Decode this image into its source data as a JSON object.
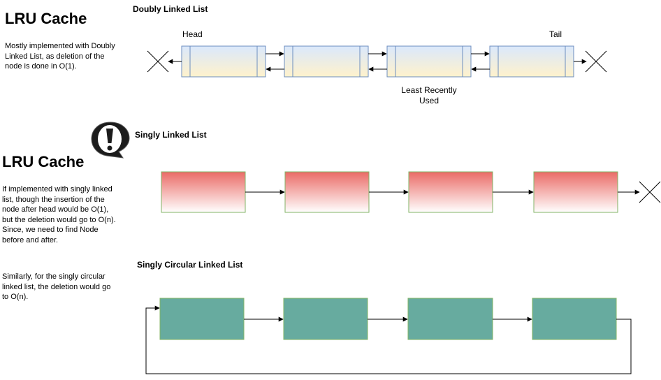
{
  "left_panel": {
    "heading_1": "LRU Cache",
    "desc_1_lines": [
      "Mostly implemented with Doubly",
      "Linked List, as deletion of the",
      "node is done in O(1)."
    ],
    "heading_2": "LRU Cache",
    "desc_2_lines": [
      "If implemented with singly linked",
      "list, though the insertion of the",
      "node after head would be O(1),",
      "but the deletion would go to O(n).",
      "Since, we need to find Node",
      "before and after."
    ],
    "desc_3_lines": [
      "Similarly, for the singly circular",
      "linked list, the deletion would go",
      "to O(n)."
    ]
  },
  "doubly": {
    "title": "Doubly Linked List",
    "head_label": "Head",
    "tail_label": "Tail",
    "lru_lines": [
      "Least Recently",
      "Used"
    ],
    "node_count": 4
  },
  "singly": {
    "title": "Singly Linked List",
    "node_count": 4
  },
  "circular": {
    "title": "Singly Circular Linked List",
    "node_count": 4
  },
  "icons": {
    "warning": "exclamation-speech-bubble-icon",
    "null_marker": "x-cross-icon"
  },
  "colors": {
    "doubly_fill_top": "#dae8fc",
    "doubly_fill_bottom": "#fff2cc",
    "doubly_stroke": "#6c8ebf",
    "singly_fill_top": "#ea6b66",
    "singly_fill_bottom": "#ffffff",
    "singly_stroke": "#82b366",
    "circular_fill": "#67ab9f",
    "circular_stroke": "#82b366"
  }
}
